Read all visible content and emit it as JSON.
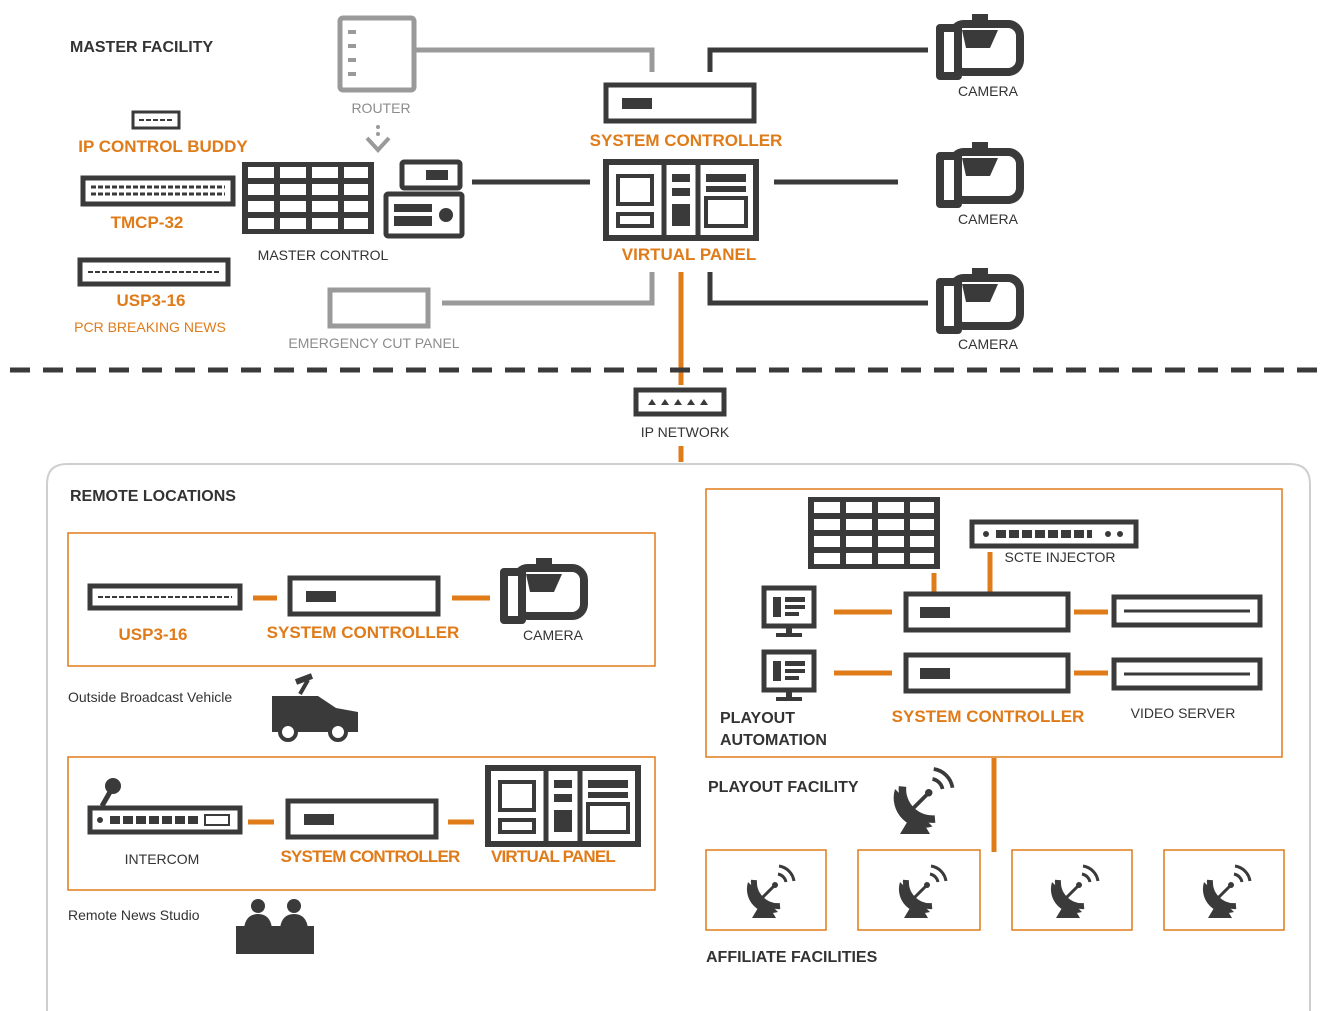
{
  "colors": {
    "accent": "#e07b1a",
    "dark": "#3a3a3a",
    "grey": "#9a9a9a"
  },
  "master": {
    "title": "MASTER FACILITY",
    "router": "ROUTER",
    "ip_control_buddy": "IP CONTROL BUDDY",
    "tmcp": "TMCP-32",
    "usp": "USP3-16",
    "pcr": "PCR BREAKING NEWS",
    "master_control": "MASTER CONTROL",
    "emergency": "EMERGENCY CUT PANEL",
    "system_controller": "SYSTEM CONTROLLER",
    "virtual_panel": "VIRTUAL PANEL",
    "camera1": "CAMERA",
    "camera2": "CAMERA",
    "camera3": "CAMERA"
  },
  "network": {
    "label": "IP NETWORK"
  },
  "remote": {
    "title": "REMOTE LOCATIONS",
    "obv": {
      "usp": "USP3-16",
      "system_controller": "SYSTEM CONTROLLER",
      "camera": "CAMERA",
      "caption": "Outside Broadcast Vehicle"
    },
    "studio": {
      "intercom": "INTERCOM",
      "system_controller": "SYSTEM CONTROLLER",
      "virtual_panel": "VIRTUAL PANEL",
      "caption": "Remote News Studio"
    }
  },
  "playout": {
    "scte": "SCTE INJECTOR",
    "automation_line1": "PLAYOUT",
    "automation_line2": "AUTOMATION",
    "system_controller": "SYSTEM CONTROLLER",
    "video_server": "VIDEO SERVER",
    "facility": "PLAYOUT FACILITY",
    "affiliates": "AFFILIATE FACILITIES"
  },
  "icons": [
    "router-icon",
    "camera-icon",
    "switch-icon",
    "controller-icon",
    "virtual-panel-icon",
    "grid-panel-icon",
    "van-icon",
    "people-icon",
    "satellite-dish-icon",
    "monitor-icon",
    "microphone-icon"
  ]
}
